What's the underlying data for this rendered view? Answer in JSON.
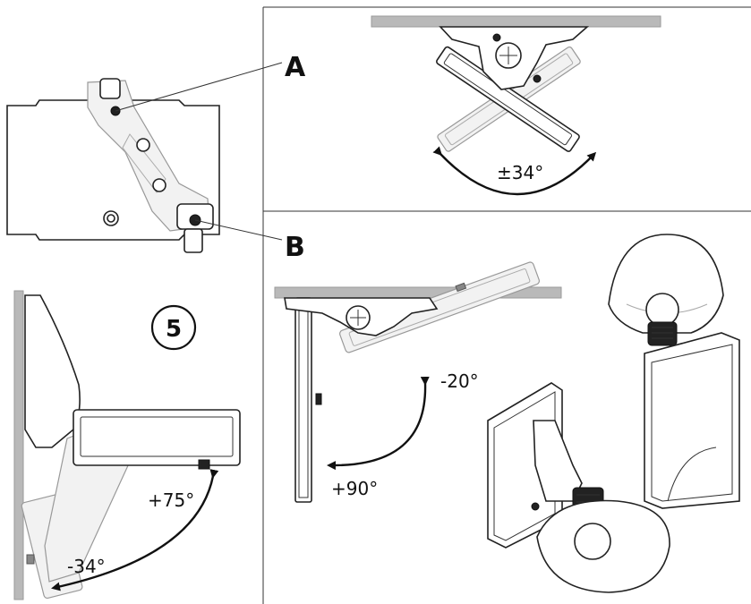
{
  "callouts": {
    "a": "A",
    "b": "B"
  },
  "step_number": "5",
  "angles": {
    "a_tilt": "±34°",
    "b_up": "-20°",
    "b_down": "+90°",
    "wall_up": "+75°",
    "wall_down": "-34°"
  },
  "colors": {
    "line": "#222222",
    "ghost": "#999999",
    "mount_bar": "#b9b9b9",
    "background": "#ffffff"
  }
}
